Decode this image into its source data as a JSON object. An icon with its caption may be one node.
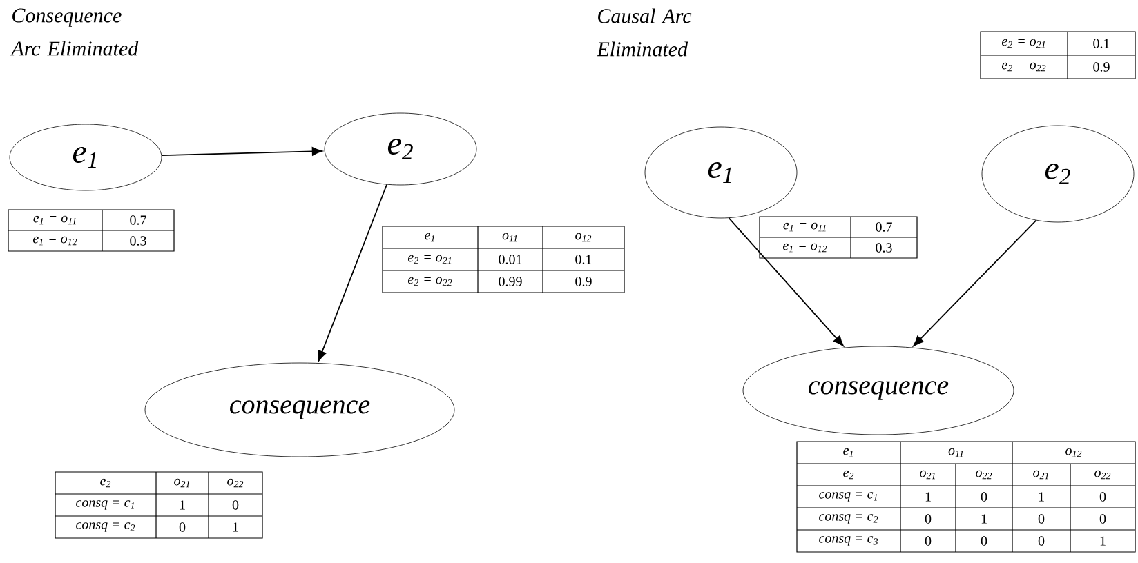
{
  "diagram": {
    "nodes": [
      {
        "text": [
          "e$_{1}$"
        ]
      },
      {
        "text": [
          "e$_{2}$"
        ]
      },
      {
        "text": [
          "consequence"
        ]
      },
      {
        "text": [
          "e$_{1}$"
        ]
      },
      {
        "text": [
          "e$_{2}$"
        ]
      },
      {
        "text": [
          "consequence"
        ]
      }
    ],
    "edges": [
      {
        "from": 0,
        "to": 1,
        "arrow": "to"
      },
      {
        "from": 1,
        "to": 2,
        "arrow": "to"
      },
      {
        "from": 3,
        "to": 5,
        "arrow": "to"
      },
      {
        "from": 4,
        "to": 5,
        "arrow": "to"
      }
    ],
    "labels": [
      "Consequence Arc Eliminated",
      "Causal Arc Eliminated",
      "e$_{2}$ = o$_{21}$",
      "0.1",
      "e$_{2}$ = o$_{22}$",
      "0.9",
      "e$_{1}$ = o$_{11}$",
      "0.7",
      "e$_{1}$ = o$_{12}$",
      "0.3",
      "e$_{1}$ = o$_{11}$",
      "0.7",
      "e$_{1}$ = o$_{12}$",
      "0.3",
      "e$_{1}$",
      "o$_{11}$",
      "o$_{12}$",
      "e$_{2}$ = o$_{21}$",
      "0.01",
      "0.1",
      "e$_{2}$ = o$_{22}$",
      "0.99",
      "0.9",
      "e$_{2}$",
      "o$_{21}$",
      "o$_{22}$",
      "consq = c$_{1}$",
      "1",
      "0",
      "consq = c$_{2}$",
      "0",
      "1",
      "e$_{1}$",
      "o$_{11}$",
      "o$_{12}$",
      "e$_{2}$",
      "o$_{21}$",
      "o$_{22}$",
      "o$_{21}$",
      "o$_{22}$",
      "consq = c$_{1}$",
      "1",
      "0",
      "1",
      "0",
      "consq = c$_{2}$",
      "0",
      "1",
      "0",
      "0",
      "consq = c$_{3}$",
      "0",
      "0",
      "0",
      "1"
    ]
  }
}
